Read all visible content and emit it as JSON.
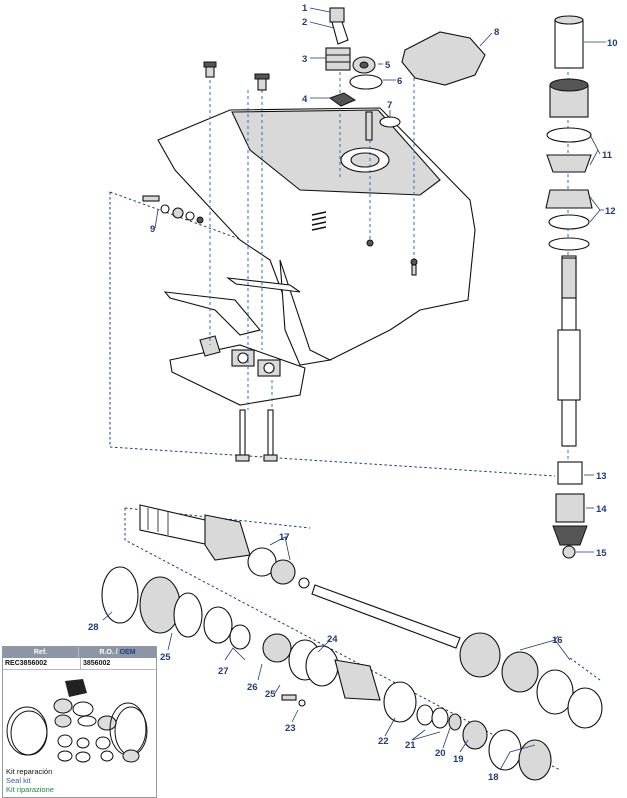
{
  "callouts": [
    {
      "id": "1"
    },
    {
      "id": "2"
    },
    {
      "id": "3"
    },
    {
      "id": "4"
    },
    {
      "id": "5"
    },
    {
      "id": "6"
    },
    {
      "id": "7"
    },
    {
      "id": "8"
    },
    {
      "id": "9"
    },
    {
      "id": "10"
    },
    {
      "id": "11"
    },
    {
      "id": "12"
    },
    {
      "id": "13"
    },
    {
      "id": "14"
    },
    {
      "id": "15"
    },
    {
      "id": "16"
    },
    {
      "id": "17"
    },
    {
      "id": "18"
    },
    {
      "id": "19"
    },
    {
      "id": "20"
    },
    {
      "id": "21"
    },
    {
      "id": "22"
    },
    {
      "id": "23"
    },
    {
      "id": "24"
    },
    {
      "id": "25a"
    },
    {
      "id": "25b"
    },
    {
      "id": "26"
    },
    {
      "id": "27"
    },
    {
      "id": "28"
    }
  ],
  "labels": {
    "1": "1",
    "2": "2",
    "3": "3",
    "4": "4",
    "5": "5",
    "6": "6",
    "7": "7",
    "8": "8",
    "9": "9",
    "10": "10",
    "11": "11",
    "12": "12",
    "13": "13",
    "14": "14",
    "15": "15",
    "16": "16",
    "17": "17",
    "18": "18",
    "19": "19",
    "20": "20",
    "21": "21",
    "22": "22",
    "23": "23",
    "24": "24",
    "25a": "25",
    "25b": "25",
    "26": "26",
    "27": "27",
    "28": "28"
  },
  "kit": {
    "header_ref": "Ref.",
    "header_ro": "R.O. /",
    "header_oem": "OEM",
    "ref": "REC3856002",
    "oem_number": "3856002",
    "name_es": "Kit reparación",
    "name_en": "Seal kit",
    "name_it": "Kit riparazione"
  },
  "colors": {
    "callout": "#1f3d7a",
    "leader_dash": "#2a6fb4",
    "kit_header": "#8c96a6",
    "name_en": "#2b5fae",
    "name_it": "#1e8a3a"
  }
}
